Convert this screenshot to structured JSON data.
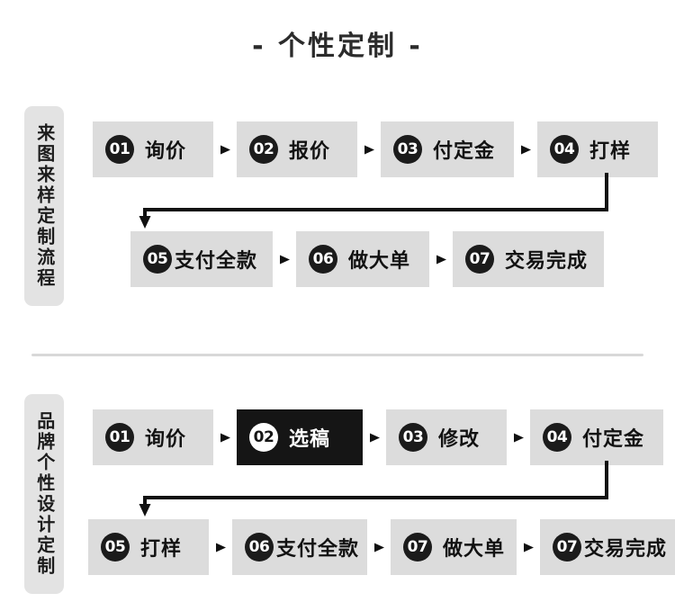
{
  "page": {
    "title": "- 个性定制 -",
    "background_color": "#ffffff",
    "box_color": "#dcdcdc",
    "inverted_box_color": "#151515",
    "badge_color": "#1b1b1b",
    "tab_color": "#e3e3e3",
    "divider_color": "#d8d8d8"
  },
  "sections": [
    {
      "id": "section-1",
      "side_label": "来图来样定制流程",
      "rows": [
        {
          "id": "s1-row1",
          "steps": [
            {
              "number": "01",
              "label": "询价",
              "inverted": false,
              "width": 134,
              "spacing": "wide"
            },
            {
              "number": "02",
              "label": "报价",
              "inverted": false,
              "width": 134,
              "spacing": "wide"
            },
            {
              "number": "03",
              "label": "付定金",
              "inverted": false,
              "width": 148,
              "spacing": "wide"
            },
            {
              "number": "04",
              "label": "打样",
              "inverted": false,
              "width": 134,
              "spacing": "wide"
            }
          ]
        },
        {
          "id": "s1-row2",
          "steps": [
            {
              "number": "05",
              "label": "支付全款",
              "inverted": false,
              "width": 158,
              "spacing": "tight"
            },
            {
              "number": "06",
              "label": "做大单",
              "inverted": false,
              "width": 148,
              "spacing": "wide"
            },
            {
              "number": "07",
              "label": "交易完成",
              "inverted": false,
              "width": 168,
              "spacing": "wide"
            }
          ]
        }
      ]
    },
    {
      "id": "section-2",
      "side_label": "品牌个性设计定制",
      "rows": [
        {
          "id": "s2-row1",
          "steps": [
            {
              "number": "01",
              "label": "询价",
              "inverted": false,
              "width": 134,
              "spacing": "wide"
            },
            {
              "number": "02",
              "label": "选稿",
              "inverted": true,
              "width": 140,
              "spacing": "wide"
            },
            {
              "number": "03",
              "label": "修改",
              "inverted": false,
              "width": 134,
              "spacing": "wide"
            },
            {
              "number": "04",
              "label": "付定金",
              "inverted": false,
              "width": 148,
              "spacing": "wide"
            }
          ]
        },
        {
          "id": "s2-row2",
          "steps": [
            {
              "number": "05",
              "label": "打样",
              "inverted": false,
              "width": 134,
              "spacing": "wide"
            },
            {
              "number": "06",
              "label": "支付全款",
              "inverted": false,
              "width": 150,
              "spacing": "tight"
            },
            {
              "number": "07",
              "label": "做大单",
              "inverted": false,
              "width": 140,
              "spacing": "wide"
            },
            {
              "number": "07",
              "label": "交易完成",
              "inverted": false,
              "width": 152,
              "spacing": "tight"
            }
          ]
        }
      ]
    }
  ],
  "icons": {
    "step_arrow": "triangle-right-icon",
    "wrap_connector": "elbow-arrow-down-icon"
  }
}
